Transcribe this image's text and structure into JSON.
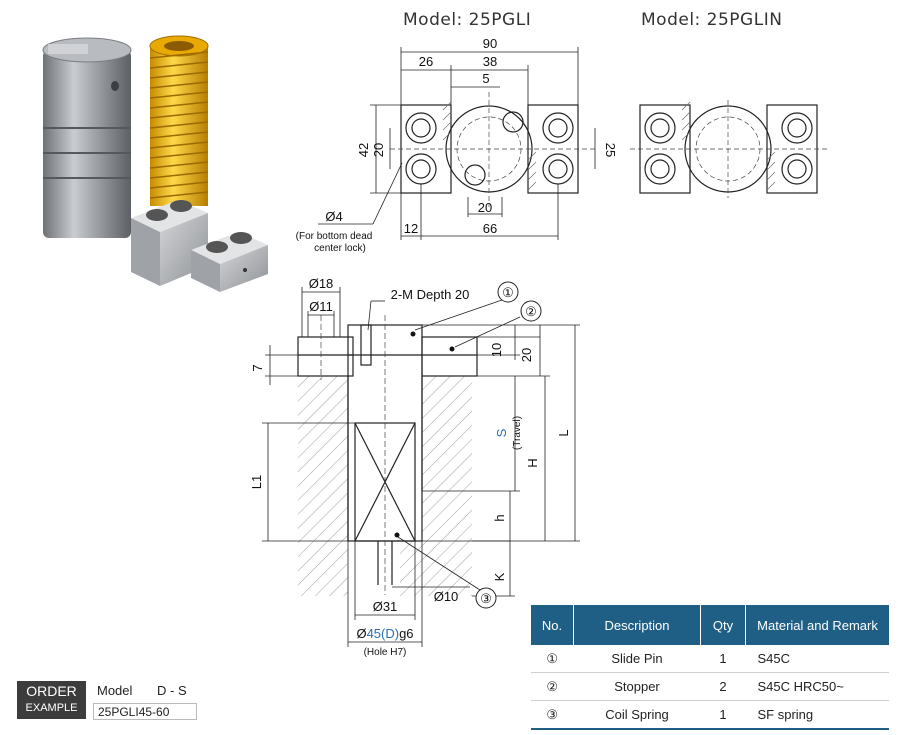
{
  "models": {
    "left": "Model: 25PGLI",
    "right": "Model: 25PGLIN"
  },
  "top_view": {
    "dims": {
      "overall_width": "90",
      "left_block": "26",
      "center_span": "38",
      "offset": "5",
      "height": "42",
      "inner_height": "20",
      "right_height": "25",
      "pin_spacing": "20",
      "left_edge": "12",
      "bottom_span": "66"
    },
    "hole_label": "Ø4",
    "hole_note_1": "(For bottom dead",
    "hole_note_2": "center lock)"
  },
  "section_view": {
    "dims": {
      "d18": "Ø18",
      "d11": "Ø11",
      "thread": "2-M Depth 20",
      "d10_top": "10",
      "d20": "20",
      "d7": "7",
      "travel": "S",
      "travel_note": "(Travel)",
      "H": "H",
      "L": "L",
      "L1": "L1",
      "h": "h",
      "K": "K",
      "d31": "Ø31",
      "d10_bottom": "Ø10",
      "d45_prefix": "Ø",
      "d45_value": "45",
      "d45_D": "(D)",
      "d45_suffix": "g6",
      "hole_fit": "(Hole H7)"
    },
    "callouts": [
      "①",
      "②",
      "③"
    ]
  },
  "parts_table": {
    "headers": [
      "No.",
      "Description",
      "Qty",
      "Material and Remark"
    ],
    "rows": [
      {
        "no": "①",
        "description": "Slide Pin",
        "qty": "1",
        "material": "S45C"
      },
      {
        "no": "②",
        "description": "Stopper",
        "qty": "2",
        "material": "S45C HRC50~"
      },
      {
        "no": "③",
        "description": "Coil Spring",
        "qty": "1",
        "material": "SF spring"
      }
    ]
  },
  "order_example": {
    "title_1": "ORDER",
    "title_2": "EXAMPLE",
    "model_label": "Model",
    "code_label": "D - S",
    "value": "25PGLI45-60"
  },
  "colors": {
    "table_header": "#1f5f86",
    "spring": "#f2b705",
    "metal": "#9a9da1",
    "dimension_blue": "#2a6fb5"
  }
}
